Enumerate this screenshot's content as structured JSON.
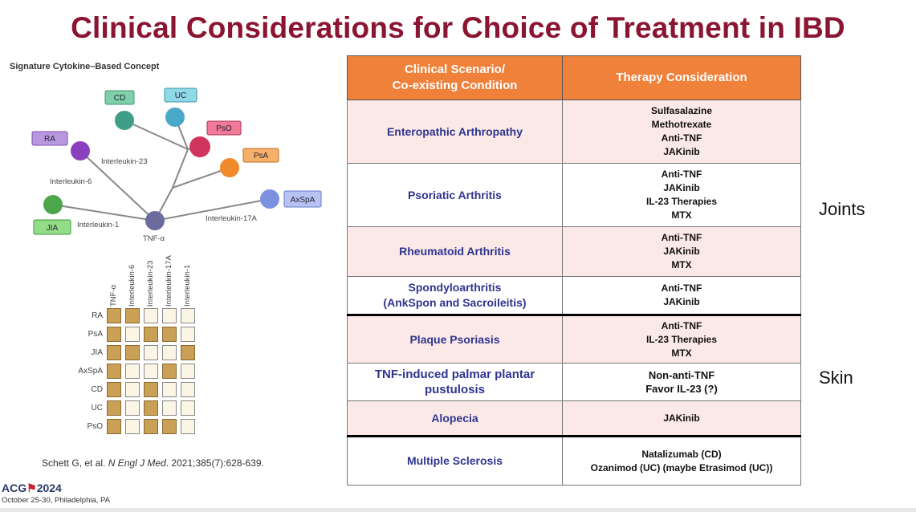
{
  "title": "Clinical Considerations for Choice of Treatment in IBD",
  "figure": {
    "subtitle": "Signature Cytokine–Based Concept",
    "nodes": {
      "cd": "CD",
      "uc": "UC",
      "pso": "PsO",
      "ra": "RA",
      "psa": "PsA",
      "axspa": "AxSpA",
      "jia": "JIA"
    },
    "interleukins": {
      "il23": "Interleukin-23",
      "il6": "Interleukin-6",
      "il1": "Interleukin-1",
      "il17a": "Interleukin-17A",
      "tnf": "TNF-α"
    },
    "matrix": {
      "columns": [
        "TNF-α",
        "Interleukin-6",
        "Interleukin-23",
        "Interleukin-17A",
        "Interleukin-1"
      ],
      "rows": [
        "RA",
        "PsA",
        "JIA",
        "AxSpA",
        "CD",
        "UC",
        "PsO"
      ],
      "filled": [
        [
          1,
          1,
          0,
          0,
          0
        ],
        [
          1,
          0,
          1,
          1,
          0
        ],
        [
          1,
          1,
          0,
          0,
          1
        ],
        [
          1,
          0,
          0,
          1,
          0
        ],
        [
          1,
          0,
          1,
          0,
          0
        ],
        [
          1,
          0,
          1,
          0,
          0
        ],
        [
          1,
          0,
          1,
          1,
          0
        ]
      ]
    },
    "colors": {
      "cell_filled": "#c9a055",
      "cell_empty": "#fbf5e6"
    }
  },
  "citation": {
    "author": "Schett G, et al. ",
    "journal": "N Engl J Med",
    "rest": ". 2021;385(7):628-639."
  },
  "footer": {
    "logo_left": "ACG",
    "logo_mark": "⚑",
    "logo_right": "2024",
    "conference": "October 25-30, Philadelphia, PA"
  },
  "table": {
    "header": {
      "scenario": "Clinical Scenario/\nCo-existing Condition",
      "therapy": "Therapy Consideration"
    },
    "rows": [
      {
        "scenario": "Enteropathic Arthropathy",
        "therapy": "Sulfasalazine\nMethotrexate\nAnti-TNF\nJAKinib"
      },
      {
        "scenario": "Psoriatic Arthritis",
        "therapy": "Anti-TNF\nJAKinib\nIL-23 Therapies\nMTX"
      },
      {
        "scenario": "Rheumatoid Arthritis",
        "therapy": "Anti-TNF\nJAKinib\nMTX"
      },
      {
        "scenario": "Spondyloarthritis\n(AnkSpon and Sacroileitis)",
        "therapy": "Anti-TNF\nJAKinib"
      },
      {
        "scenario": "Plaque Psoriasis",
        "therapy": "Anti-TNF\nIL-23 Therapies\nMTX"
      },
      {
        "scenario": "TNF-induced palmar plantar\npustulosis",
        "therapy": "Non-anti-TNF\nFavor IL-23 (?)"
      },
      {
        "scenario": "Alopecia",
        "therapy": "JAKinib"
      },
      {
        "scenario": "Multiple Sclerosis",
        "therapy": "Natalizumab (CD)\nOzanimod (UC) (maybe Etrasimod (UC))"
      }
    ],
    "colors": {
      "header": "#f0813b",
      "pink_row": "#fbe9e7",
      "scenario_text": "#2f3590"
    }
  },
  "side_labels": {
    "joints": "Joints",
    "skin": "Skin"
  }
}
